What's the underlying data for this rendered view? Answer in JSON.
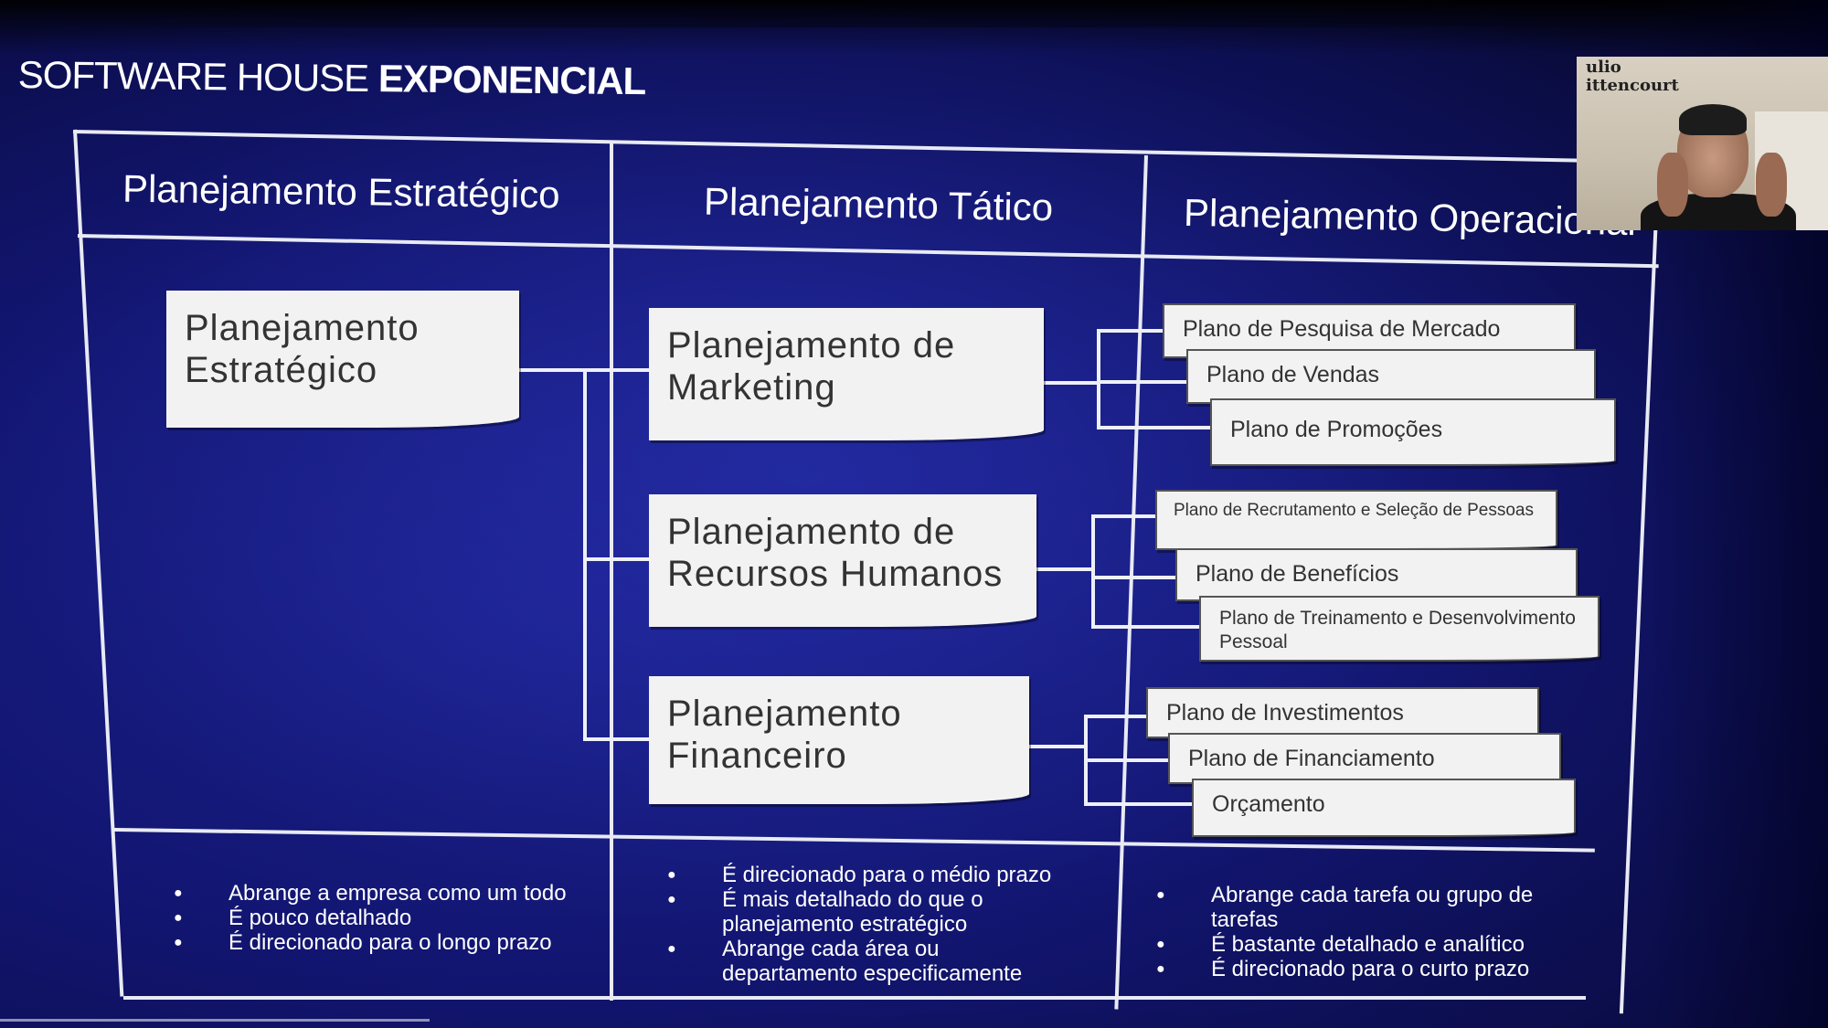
{
  "slide": {
    "heading_light": "SOFTWARE HOUSE",
    "heading_bold": "EXPONENCIAL"
  },
  "columns": [
    {
      "title": "Planejamento Estratégico"
    },
    {
      "title": "Planejamento Tático"
    },
    {
      "title": "Planejamento Operacional"
    }
  ],
  "strategic_card": {
    "line1": "Planejamento",
    "line2": "Estratégico"
  },
  "tactical_cards": [
    {
      "line1": "Planejamento de",
      "line2": "Marketing"
    },
    {
      "line1": "Planejamento de",
      "line2": "Recursos Humanos"
    },
    {
      "line1": "Planejamento",
      "line2": "Financeiro"
    }
  ],
  "operational_cards": [
    "Plano de Pesquisa de Mercado",
    "Plano de Vendas",
    "Plano de Promoções",
    "Plano de Recrutamento e Seleção de Pessoas",
    "Plano de Benefícios",
    "Plano de Treinamento e Desenvolvimento Pessoal",
    "Plano de Investimentos",
    "Plano de Financiamento",
    "Orçamento"
  ],
  "bullets": {
    "strategic": [
      "Abrange a empresa como um todo",
      "É pouco detalhado",
      "É direcionado para o longo prazo"
    ],
    "tactical": [
      "É direcionado para o médio prazo",
      "É mais detalhado do que o planejamento estratégico",
      "Abrange cada área ou departamento especificamente"
    ],
    "operational": [
      "Abrange cada tarefa ou grupo de tarefas",
      "É bastante detalhado e analítico",
      "É direcionado para o curto prazo"
    ]
  },
  "webcam": {
    "name_line1": "ulio",
    "name_line2": "ittencourt"
  }
}
